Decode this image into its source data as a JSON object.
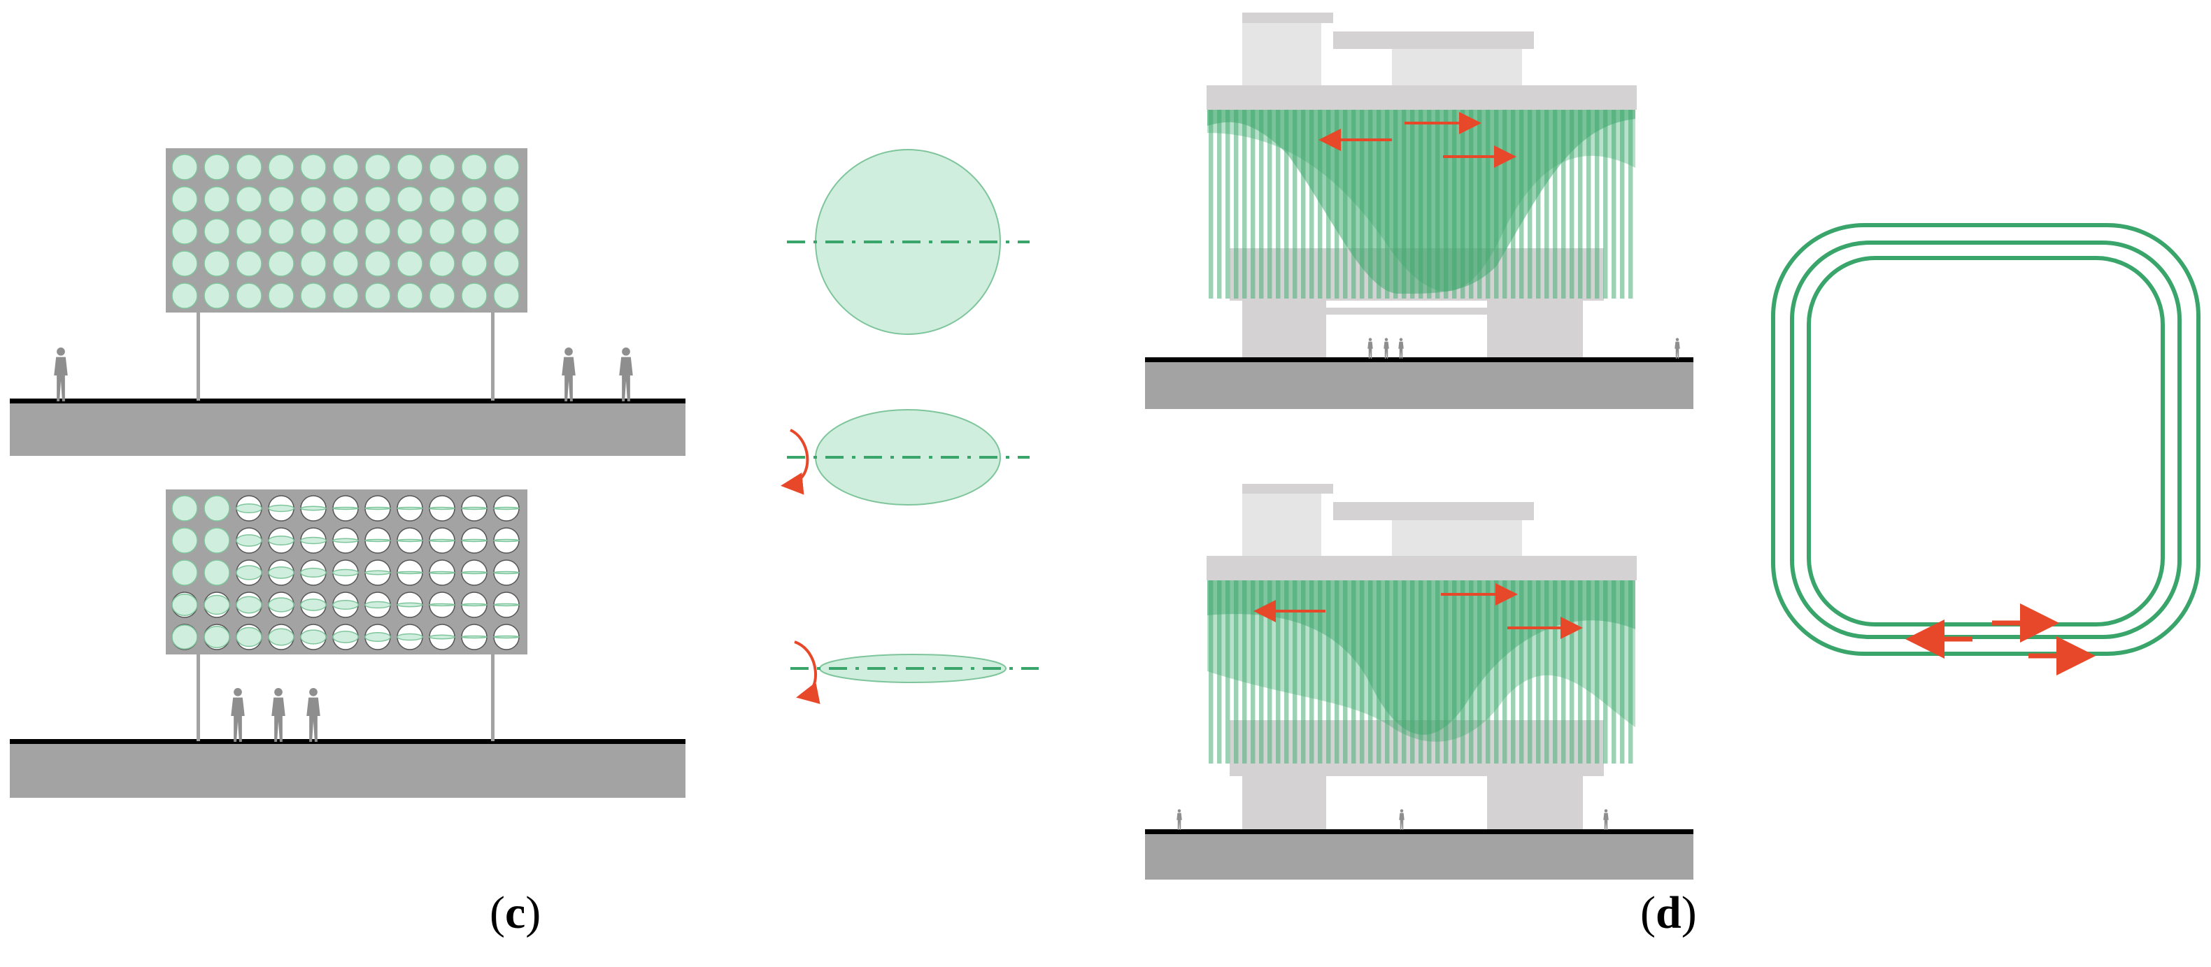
{
  "captions": {
    "c_open": "(",
    "c_letter": "c",
    "c_close": ")",
    "d_open": "(",
    "d_letter": "d",
    "d_close": ")"
  },
  "colors": {
    "disc_fill": "#cfeedd",
    "disc_stroke": "#7fc59c",
    "panel": "#a3a3a3",
    "ground": "#a3a3a3",
    "ground_line": "#000000",
    "person": "#8e8e8e",
    "accent_green": "#3aa56a",
    "arrow_red": "#e8482a",
    "building": "#d5d2d3",
    "building_light": "#e5e5e5",
    "track_green": "#3aa56a"
  },
  "panel_grid": {
    "rows": 5,
    "cols": 11
  },
  "icons": [
    "person-silhouette-icon",
    "rotation-arrow-icon",
    "direction-arrow-icon"
  ]
}
